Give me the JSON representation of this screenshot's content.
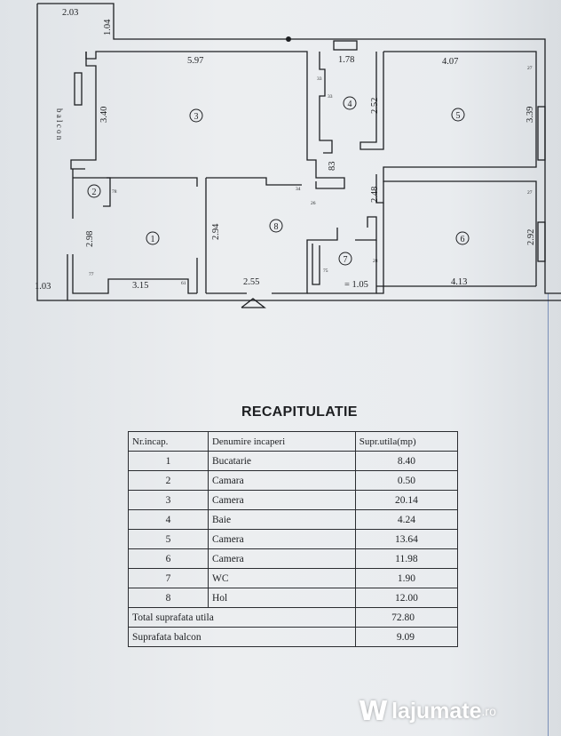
{
  "plan": {
    "room_numbers": [
      "1",
      "2",
      "3",
      "4",
      "5",
      "6",
      "7",
      "8"
    ],
    "dims": {
      "top_left_w": "2.03",
      "top_left_h": "1.04",
      "room3_w": "5.97",
      "room3_h": "3.40",
      "window_top": "1.78",
      "room5_w": "4.07",
      "room5_h": "3.39",
      "room4_h": "2.52",
      "corr_h": "83",
      "room6_h2": "2.48",
      "room6_h": "2.92",
      "room6_w": "4.13",
      "room1_h": "2.98",
      "room1_h2": "2.94",
      "room1_w": "3.15",
      "bottom_left": "1.03",
      "hall_w": "2.55",
      "wc_w": "= 1.05"
    },
    "small": [
      "33",
      "33",
      "26",
      "78",
      "77",
      "61",
      "75",
      "28",
      "27",
      "27",
      "34"
    ],
    "balcony_label": "b a l c o n"
  },
  "recap": {
    "title": "RECAPITULATIE",
    "headers": [
      "Nr.incap.",
      "Denumire incaperi",
      "Supr.utila(mp)"
    ],
    "rows": [
      {
        "nr": "1",
        "name": "Bucatarie",
        "area": "8.40"
      },
      {
        "nr": "2",
        "name": "Camara",
        "area": "0.50"
      },
      {
        "nr": "3",
        "name": "Camera",
        "area": "20.14"
      },
      {
        "nr": "4",
        "name": "Baie",
        "area": "4.24"
      },
      {
        "nr": "5",
        "name": "Camera",
        "area": "13.64"
      },
      {
        "nr": "6",
        "name": "Camera",
        "area": "11.98"
      },
      {
        "nr": "7",
        "name": "WC",
        "area": "1.90"
      },
      {
        "nr": "8",
        "name": "Hol",
        "area": "12.00"
      }
    ],
    "total_label": "Total suprafata utila",
    "total_value": "72.80",
    "balcony_label": "Suprafata balcon",
    "balcony_value": "9.09"
  },
  "watermark": {
    "brand": "lajumate",
    "tld": ".ro",
    "icon": "lajumate-w-icon"
  }
}
